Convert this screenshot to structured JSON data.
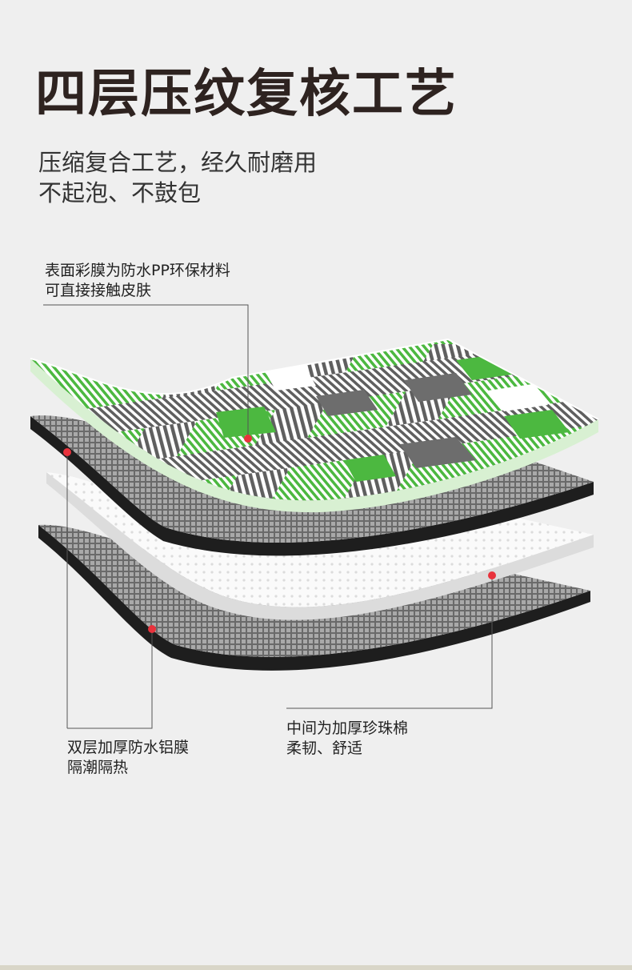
{
  "title": "四层压纹复核工艺",
  "subtitle": {
    "line1": "压缩复合工艺，经久耐磨用",
    "line2": "不起泡、不鼓包"
  },
  "annotations": {
    "top": {
      "line1": "表面彩膜为防水PP环保材料",
      "line2": "可直接接触皮肤"
    },
    "left": {
      "line1": "双层加厚防水铝膜",
      "line2": "隔潮隔热"
    },
    "right": {
      "line1": "中间为加厚珍珠棉",
      "line2": "柔韧、舒适"
    }
  },
  "colors": {
    "background": "#efefef",
    "title": "#2e2320",
    "plaid_green": "#4cb840",
    "plaid_gray": "#6d6d6d",
    "marker": "#e8323c"
  },
  "layers": [
    "plaid-pp-film",
    "aluminum-film-upper",
    "pearl-cotton-foam",
    "aluminum-film-lower"
  ]
}
